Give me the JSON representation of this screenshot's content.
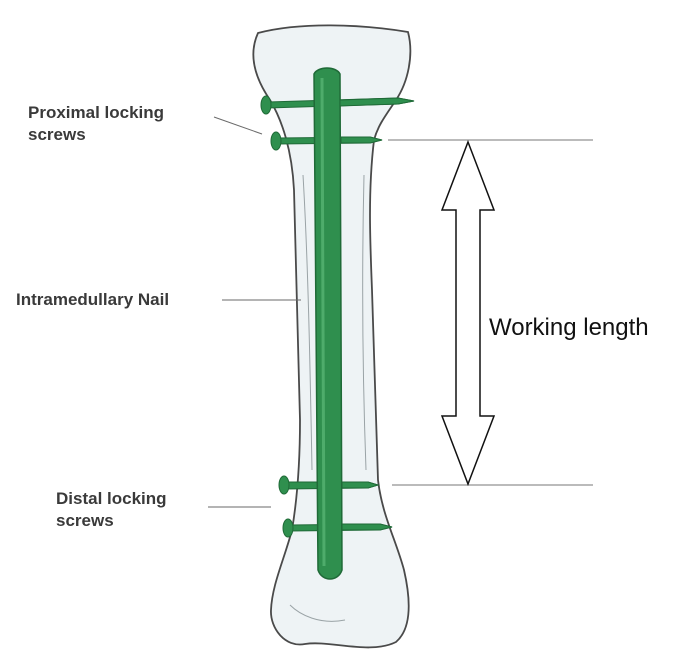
{
  "labels": {
    "proximal_line1": "Proximal locking",
    "proximal_line2": "screws",
    "nail": "Intramedullary Nail",
    "distal_line1": "Distal locking",
    "distal_line2": "screws",
    "working_length": "Working length"
  },
  "colors": {
    "nail_green": "#2f8f4e",
    "nail_dark": "#1f6a37",
    "bone_fill": "#eef3f5",
    "bone_outline": "#4a4a4a",
    "leader_line": "#6a6a6a"
  }
}
